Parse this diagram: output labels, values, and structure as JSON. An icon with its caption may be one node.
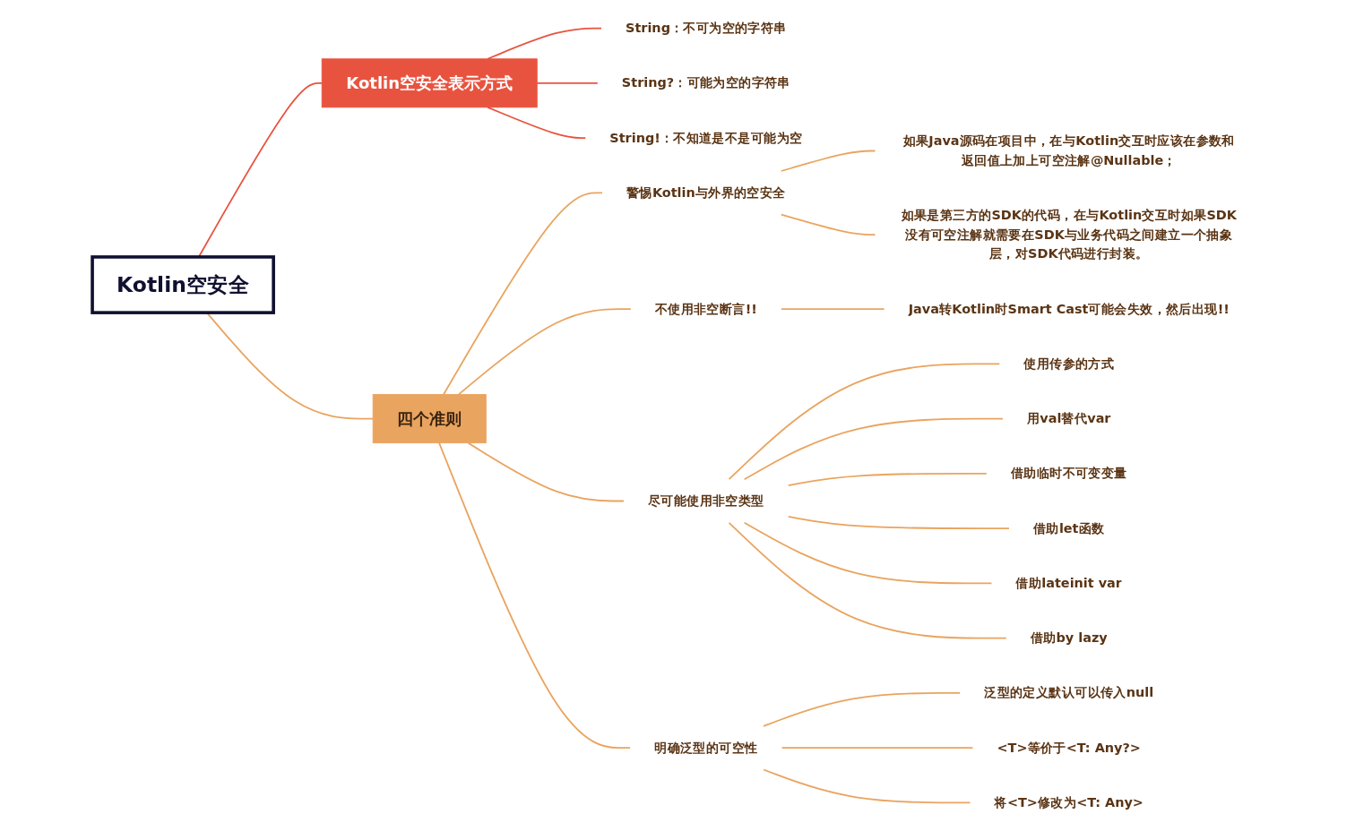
{
  "diagram": {
    "nodes": [
      {
        "text": [
          "Kotlin空安全"
        ]
      },
      {
        "text": [
          "Kotlin空安全表示方式"
        ]
      },
      {
        "text": [
          "String：不可为空的字符串"
        ]
      },
      {
        "text": [
          "String?：可能为空的字符串"
        ]
      },
      {
        "text": [
          "String!：不知道是不是可能为空"
        ]
      },
      {
        "text": [
          "四个准则"
        ]
      },
      {
        "text": [
          "警惕Kotlin与外界的空安全"
        ]
      },
      {
        "text": [
          "如果Java源码在项目中，在与Kotlin交互时应该在参数和返回值上加上可空注解@Nullable；"
        ]
      },
      {
        "text": [
          "如果是第三方的SDK的代码，在与Kotlin交互时如果SDK没有可空注解就需要在SDK与业务代码之间建立一个抽象层，对SDK代码进行封装。"
        ]
      },
      {
        "text": [
          "不使用非空断言!!"
        ]
      },
      {
        "text": [
          "Java转Kotlin时Smart Cast可能会失效，然后出现!!"
        ]
      },
      {
        "text": [
          "尽可能使用非空类型"
        ]
      },
      {
        "text": [
          "使用传参的方式"
        ]
      },
      {
        "text": [
          "用val替代var"
        ]
      },
      {
        "text": [
          "借助临时不可变变量"
        ]
      },
      {
        "text": [
          "借助let函数"
        ]
      },
      {
        "text": [
          "借助lateinit var"
        ]
      },
      {
        "text": [
          "借助by lazy"
        ]
      },
      {
        "text": [
          "明确泛型的可空性"
        ]
      },
      {
        "text": [
          "泛型的定义默认可以传入null"
        ]
      },
      {
        "text": [
          "<T>等价于<T: Any?>"
        ]
      },
      {
        "text": [
          "将<T>修改为<T: Any>"
        ]
      }
    ],
    "edges": [
      {
        "from": 0,
        "to": 1,
        "arrow": "none",
        "color": "#e8533f"
      },
      {
        "from": 0,
        "to": 5,
        "arrow": "none"
      },
      {
        "from": 1,
        "to": 2,
        "arrow": "none",
        "color": "#e8533f"
      },
      {
        "from": 1,
        "to": 3,
        "arrow": "none",
        "color": "#e8533f"
      },
      {
        "from": 1,
        "to": 4,
        "arrow": "none",
        "color": "#e8533f"
      },
      {
        "from": 5,
        "to": 6,
        "arrow": "none"
      },
      {
        "from": 5,
        "to": 9,
        "arrow": "none"
      },
      {
        "from": 5,
        "to": 11,
        "arrow": "none"
      },
      {
        "from": 5,
        "to": 18,
        "arrow": "none"
      },
      {
        "from": 6,
        "to": 7,
        "arrow": "none"
      },
      {
        "from": 6,
        "to": 8,
        "arrow": "none"
      },
      {
        "from": 9,
        "to": 10,
        "arrow": "none"
      },
      {
        "from": 11,
        "to": 12,
        "arrow": "none"
      },
      {
        "from": 11,
        "to": 13,
        "arrow": "none"
      },
      {
        "from": 11,
        "to": 14,
        "arrow": "none"
      },
      {
        "from": 11,
        "to": 15,
        "arrow": "none"
      },
      {
        "from": 11,
        "to": 16,
        "arrow": "none"
      },
      {
        "from": 11,
        "to": 17,
        "arrow": "none"
      },
      {
        "from": 18,
        "to": 19,
        "arrow": "none"
      },
      {
        "from": 18,
        "to": 20,
        "arrow": "none"
      },
      {
        "from": 18,
        "to": 21,
        "arrow": "none"
      }
    ]
  }
}
